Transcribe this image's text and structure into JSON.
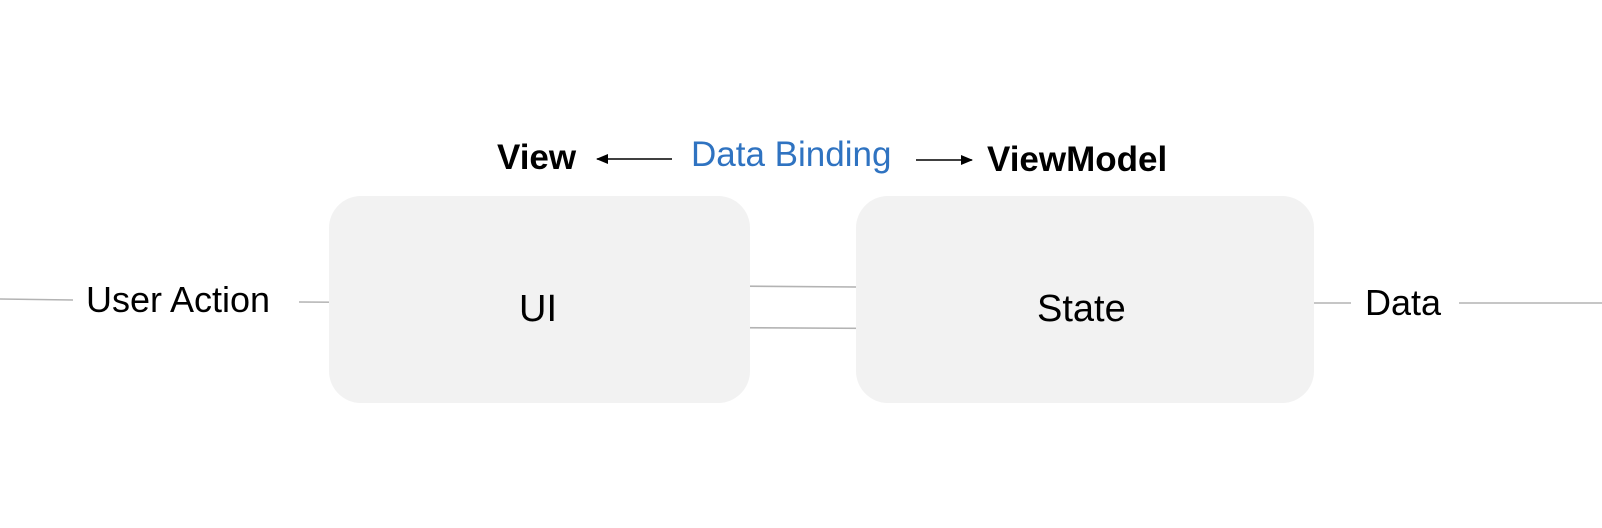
{
  "header": {
    "view_label": "View",
    "binding_label": "Data Binding",
    "viewmodel_label": "ViewModel"
  },
  "nodes": {
    "user_action": "User Action",
    "ui": "UI",
    "state": "State",
    "data": "Data"
  },
  "colors": {
    "binding_accent": "#2f73c1",
    "box_fill": "#f2f2f2",
    "flow_arrow": "#b3b3b3",
    "header_arrow": "#000000"
  }
}
